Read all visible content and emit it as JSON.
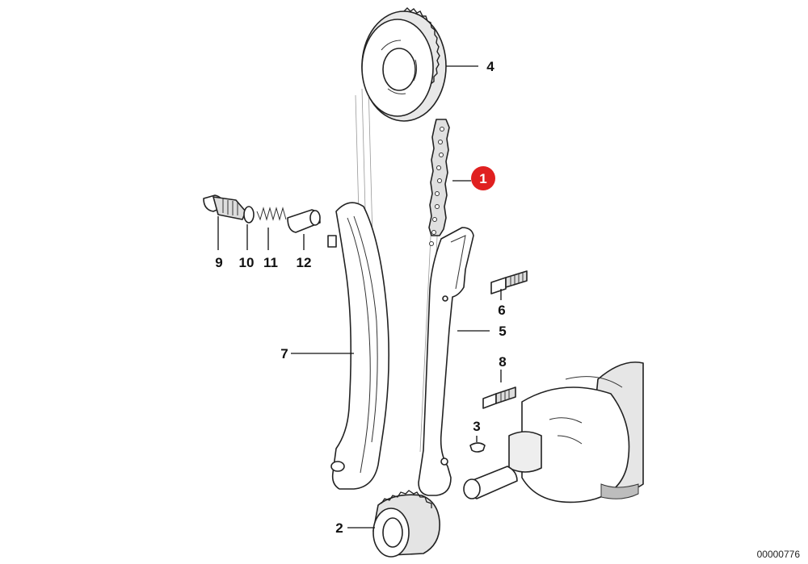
{
  "callouts": {
    "c1": "1",
    "c2": "2",
    "c3": "3",
    "c4": "4",
    "c5": "5",
    "c6": "6",
    "c7": "7",
    "c8": "8",
    "c9": "9",
    "c10": "10",
    "c11": "11",
    "c12": "12"
  },
  "highlight_color": "#e02020",
  "caption": "00000776"
}
